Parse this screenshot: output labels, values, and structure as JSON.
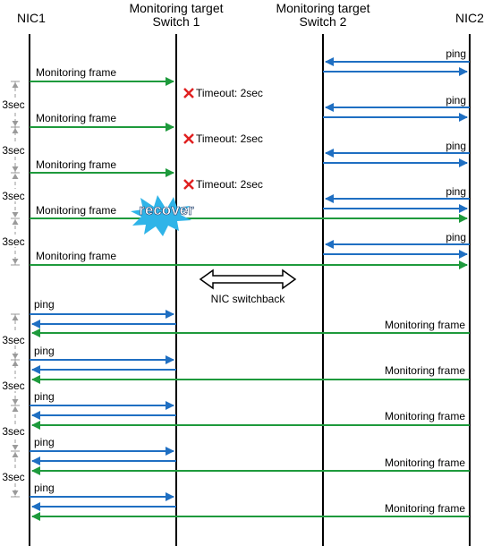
{
  "headers": {
    "nic1": "NIC1",
    "switch1_line1": "Monitoring target",
    "switch1_line2": "Switch 1",
    "switch2_line1": "Monitoring target",
    "switch2_line2": "Switch 2",
    "nic2": "NIC2"
  },
  "labels": {
    "monitoring_frame": "Monitoring frame",
    "ping": "ping",
    "timeout": "Timeout: 2sec",
    "interval": "3sec",
    "recover": "recover",
    "switchback": "NIC switchback"
  },
  "colors": {
    "green": "#1e9a3c",
    "blue": "#1f6fc2",
    "red": "#e02020",
    "burst": "#2fb4e8",
    "gray": "#9a9a9a"
  }
}
